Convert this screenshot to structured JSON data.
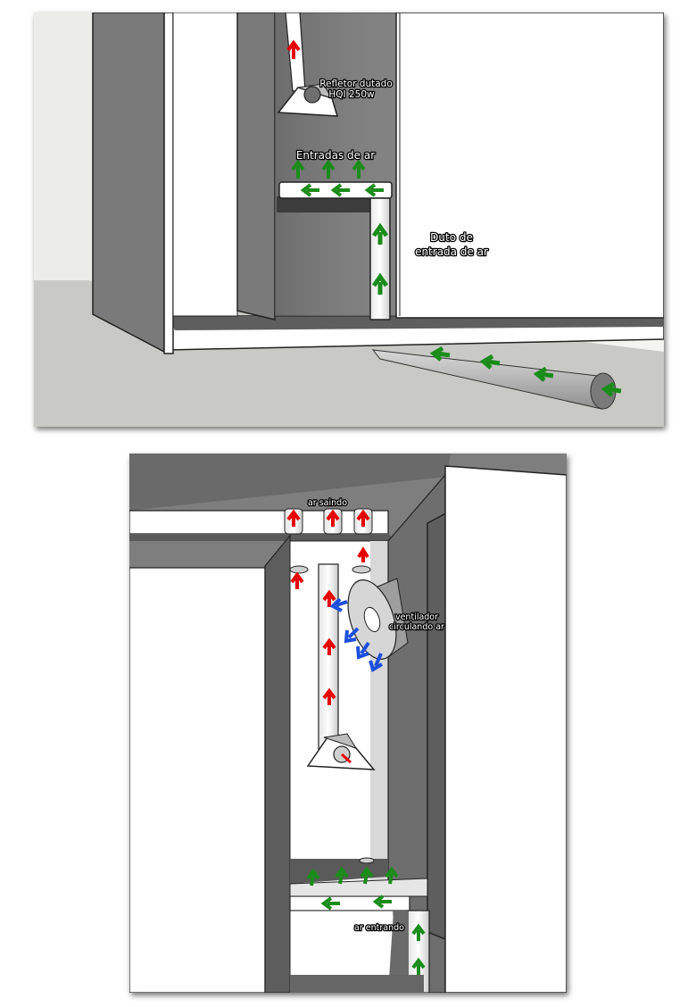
{
  "top_scene": {
    "labels": {
      "reflector_line1": "Refletor dutado",
      "reflector_line2": "HQI 250w",
      "air_inlets": "Entradas de ar",
      "duct_line1": "Duto de",
      "duct_line2": "entrada de ar"
    }
  },
  "bottom_scene": {
    "labels": {
      "air_out": "ar saindo",
      "fan_line1": "ventilador",
      "fan_line2": "circulando ar",
      "air_in": "ar entrando"
    }
  },
  "colors": {
    "hot_air_arrow": "#e60000",
    "fresh_air_arrow": "#1a8c1a",
    "circulating_air_arrow": "#1c4fe0",
    "cabinet_dark": "#6f6f6f",
    "cabinet_mid": "#9a9a9a",
    "cabinet_light": "#ffffff",
    "floor": "#c6c6c2"
  }
}
